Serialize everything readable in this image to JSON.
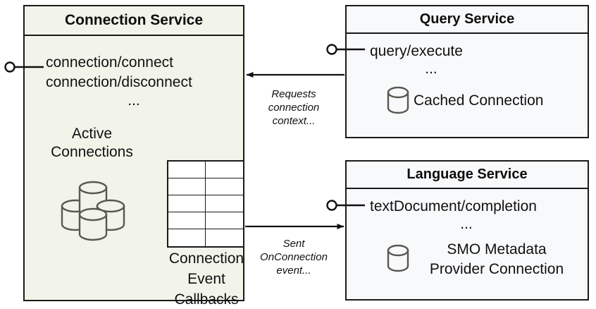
{
  "diagram": {
    "type": "component-architecture",
    "background_color": "#ffffff"
  },
  "services": {
    "connection": {
      "title": "Connection Service",
      "fill_color": "#f2f4ea",
      "border_color": "#1a1a1a",
      "operations": [
        "connection/connect",
        "connection/disconnect"
      ],
      "ellipsis": "...",
      "active_connections_label_line1": "Active",
      "active_connections_label_line2": "Connections",
      "active_connections_icon": "database-cluster-icon",
      "callbacks_label_line1": "Connection",
      "callbacks_label_line2": "Event",
      "callbacks_label_line3": "Callbacks",
      "callbacks_table": {
        "rows": 5,
        "columns": 2,
        "fill_color": "#ffffff"
      },
      "provided_interface_icon": "lollipop-interface-icon"
    },
    "query": {
      "title": "Query Service",
      "fill_color": "#f8f9fb",
      "border_color": "#1a1a1a",
      "operations": [
        "query/execute"
      ],
      "ellipsis": "...",
      "resource_label": "Cached Connection",
      "resource_icon": "database-cylinder-icon",
      "provided_interface_icon": "lollipop-interface-icon"
    },
    "language": {
      "title": "Language Service",
      "fill_color": "#f8f9fb",
      "border_color": "#1a1a1a",
      "operations": [
        "textDocument/completion"
      ],
      "ellipsis": "...",
      "resource_label_line1": "SMO Metadata",
      "resource_label_line2": "Provider Connection",
      "resource_icon": "database-cylinder-icon",
      "provided_interface_icon": "lollipop-interface-icon"
    }
  },
  "edges": [
    {
      "id": "query-to-connection",
      "from": "query",
      "to": "connection",
      "direction": "right-to-left",
      "label_line1": "Requests",
      "label_line2": "connection",
      "label_line3": "context...",
      "style": "solid-arrow"
    },
    {
      "id": "connection-to-language",
      "from": "connection",
      "to": "language",
      "direction": "left-to-right",
      "label_line1": "Sent",
      "label_line2": "OnConnection",
      "label_line3": "event...",
      "style": "solid-arrow"
    }
  ]
}
